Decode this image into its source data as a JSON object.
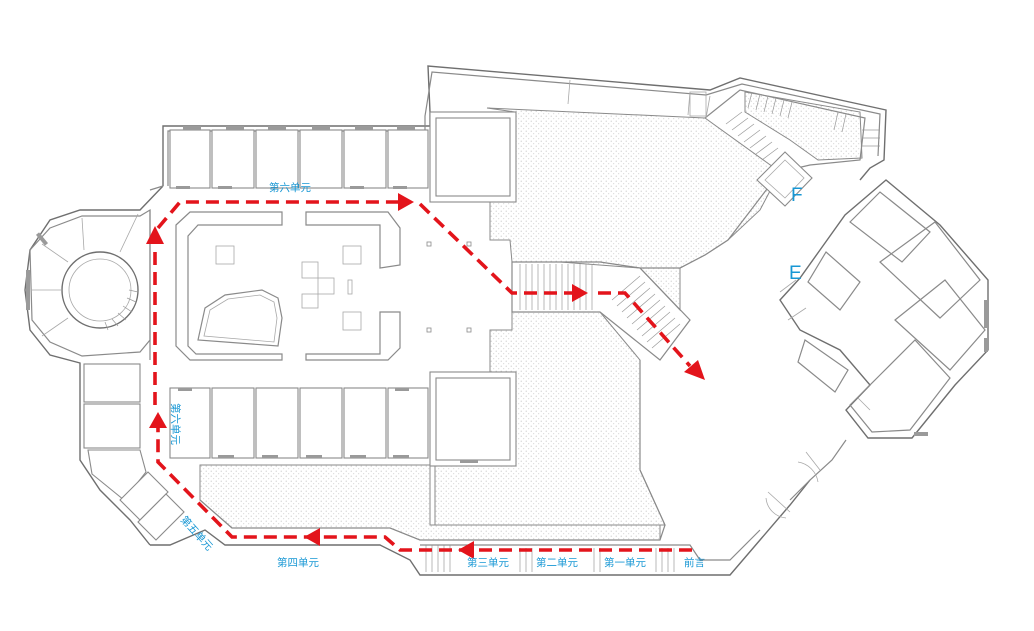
{
  "labels": {
    "unit6_top": "第六单元",
    "unit6_left": "第六单元",
    "unit5": "第五单元",
    "unit4": "第四单元",
    "unit3": "第三单元",
    "unit2": "第二单元",
    "unit1": "第一单元",
    "preface": "前言",
    "marker_f": "F",
    "marker_e": "E"
  },
  "colors": {
    "route": "#e3141b",
    "label": "#1797d4",
    "wall": "#8a8a8a"
  }
}
